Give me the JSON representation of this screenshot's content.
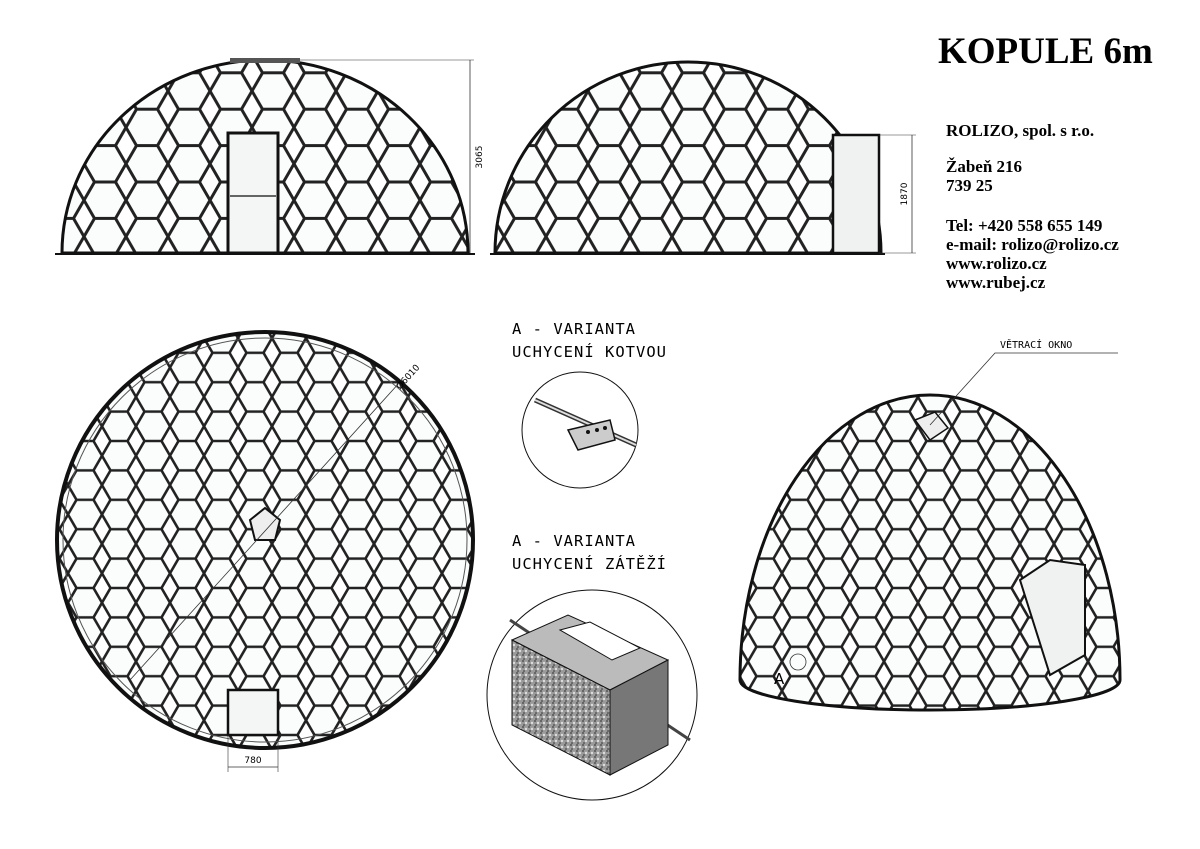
{
  "title": "KOPULE 6m",
  "company": {
    "name": "ROLIZO, spol. s r.o.",
    "street": "Žabeň 216",
    "zip": "739 25",
    "tel": "Tel: +420 558 655 149",
    "email": "e-mail: rolizo@rolizo.cz",
    "web1": "www.rolizo.cz",
    "web2": "www.rubej.cz"
  },
  "dimensions": {
    "front_height": "3065",
    "door_height": "1870",
    "diameter": "Ø6010",
    "door_width": "780"
  },
  "details": {
    "anchor_line1": "A - VARIANTA",
    "anchor_line2": "UCHYCENÍ KOTVOU",
    "weight_line1": "A - VARIANTA",
    "weight_line2": "UCHYCENÍ ZÁTĚŽÍ"
  },
  "perspective": {
    "vent_label": "VĚTRACÍ OKNO",
    "detail_marker": "A"
  }
}
